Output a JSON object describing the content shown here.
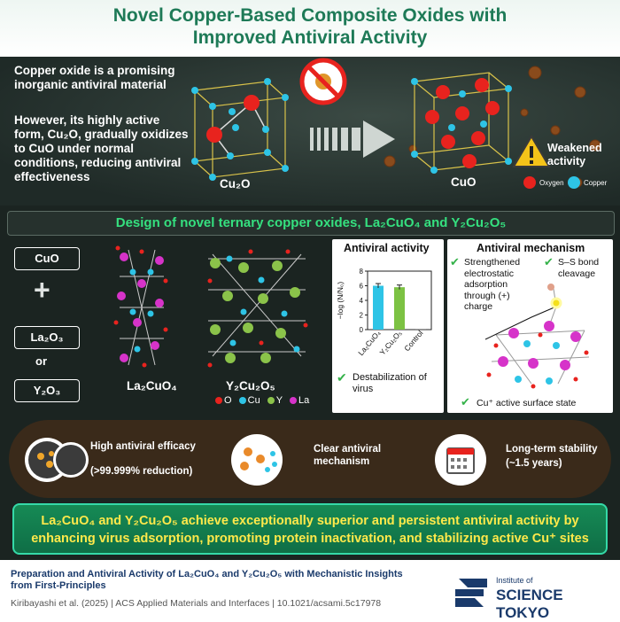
{
  "header": {
    "title_line1": "Novel Copper-Based Composite Oxides with",
    "title_line2": "Improved Antiviral Activity"
  },
  "intro": {
    "para1": "Copper oxide is a promising inorganic antiviral material",
    "para2": "However, its highly active form, Cu₂O, gradually oxidizes to CuO under normal conditions, reducing antiviral effectiveness",
    "cu2o_label": "Cu₂O",
    "cuo_label": "CuO",
    "weakened": "Weakened activity",
    "legend_oxygen": "Oxygen",
    "legend_copper": "Copper"
  },
  "design": {
    "banner": "Design of novel ternary copper oxides, La₂CuO₄ and Y₂Cu₂O₅",
    "left_boxes": [
      "CuO",
      "La₂O₃",
      "Y₂O₃"
    ],
    "plus": "+",
    "or": "or",
    "struct1": "La₂CuO₄",
    "struct2": "Y₂Cu₂O₅",
    "legend": [
      {
        "sym": "O",
        "color": "#e8231e"
      },
      {
        "sym": "Cu",
        "color": "#3fd0e0"
      },
      {
        "sym": "Y",
        "color": "#8bc34a"
      },
      {
        "sym": "La",
        "color": "#d633c9"
      }
    ]
  },
  "antiviral_activity": {
    "title": "Antiviral activity",
    "y_label": "−log (N/N₀)",
    "note": "Destabilization of virus",
    "colors": {
      "la": "#2ec4e6",
      "y": "#7cc243"
    }
  },
  "chart_data": {
    "type": "bar",
    "categories": [
      "La₂CuO₄",
      "Y₂Cu₂O₅",
      "Control"
    ],
    "values": [
      6.0,
      5.8,
      0.1
    ],
    "errors": [
      0.3,
      0.3,
      0.0
    ],
    "ylabel": "−log (N/N₀)",
    "ylim": [
      0,
      8
    ],
    "yticks": [
      "0",
      "2",
      "4",
      "6",
      "8"
    ]
  },
  "mechanism": {
    "title": "Antiviral mechanism",
    "item1": "Strengthened electrostatic adsorption through (+) charge",
    "item2": "S–S bond cleavage",
    "item3": "Cu⁺ active surface state"
  },
  "features": [
    {
      "title": "High antiviral efficacy",
      "sub": "(>99.999% reduction)"
    },
    {
      "title": "Clear antiviral mechanism",
      "sub": ""
    },
    {
      "title": "Long-term stability",
      "sub": "(~1.5 years)"
    }
  ],
  "summary": {
    "line1": "La₂CuO₄ and Y₂Cu₂O₅ achieve exceptionally superior and persistent antiviral activity by",
    "line2": "enhancing virus adsorption, promoting protein inactivation, and stabilizing active Cu⁺ sites"
  },
  "footer": {
    "paper_line1": "Preparation and Antiviral Activity of La₂CuO₄ and Y₂Cu₂O₅ with Mechanistic Insights",
    "paper_line2": "from First-Principles",
    "citation": "Kiribayashi et al. (2025) | ACS Applied Materials and Interfaces | 10.1021/acsami.5c17978",
    "logo_small": "Institute of",
    "logo_big": "SCIENCE TOKYO"
  }
}
